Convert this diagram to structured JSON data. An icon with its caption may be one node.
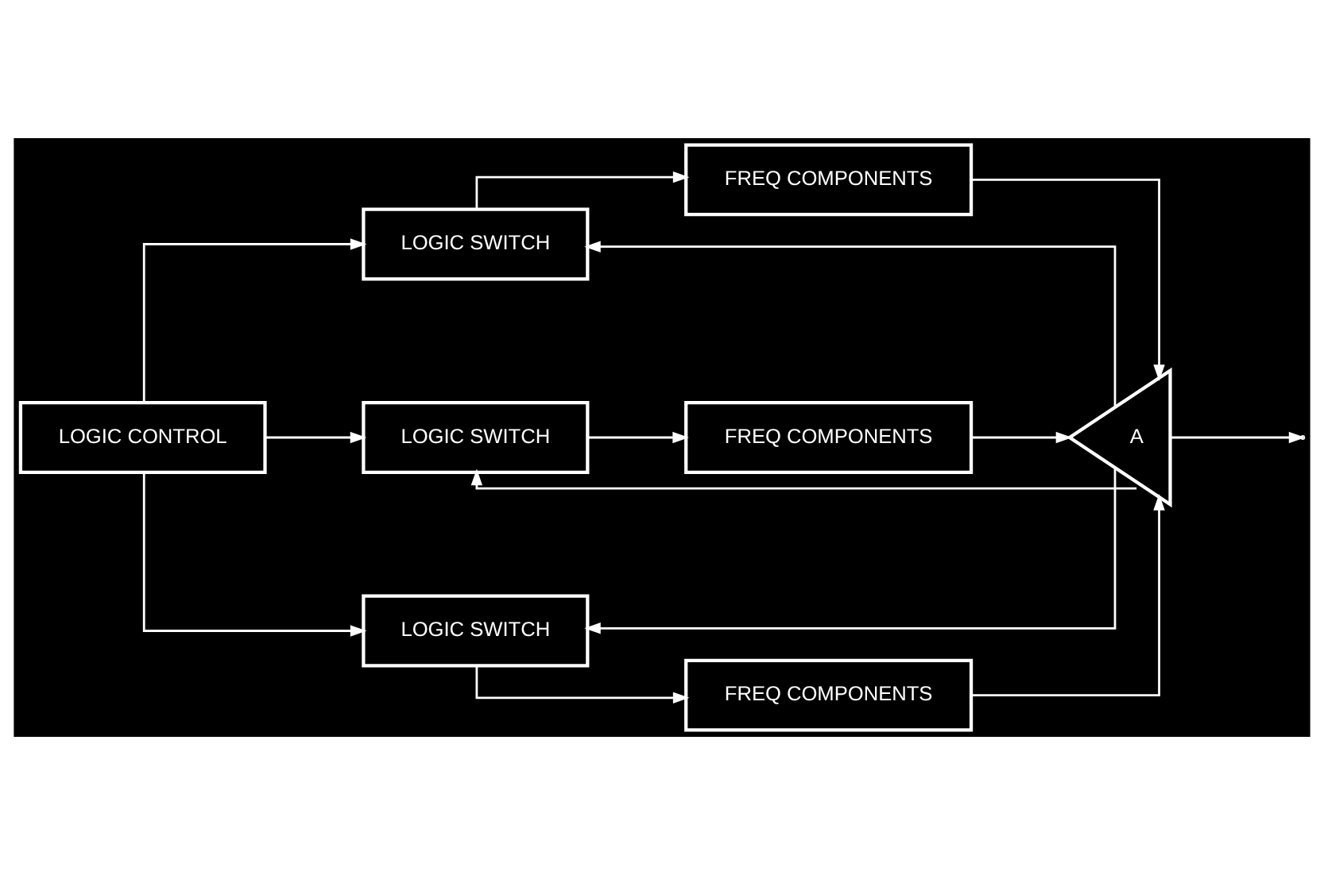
{
  "diagram": {
    "nodes": [
      {
        "text": [
          "LOGIC CONTROL"
        ]
      },
      {
        "text": [
          "LOGIC SWITCH"
        ]
      },
      {
        "text": [
          "FREQ COMPONENTS"
        ]
      },
      {
        "text": [
          "LOGIC SWITCH"
        ]
      },
      {
        "text": [
          "FREQ COMPONENTS"
        ]
      },
      {
        "text": [
          "LOGIC SWITCH"
        ]
      },
      {
        "text": [
          "FREQ COMPONENTS"
        ]
      },
      {
        "text": [
          "A"
        ]
      }
    ],
    "edges": [
      {
        "from": 0,
        "to": 1,
        "arrow": "to"
      },
      {
        "from": 0,
        "to": 3,
        "arrow": "to"
      },
      {
        "from": 0,
        "to": 5,
        "arrow": "to"
      },
      {
        "from": 1,
        "to": 2,
        "arrow": "to"
      },
      {
        "from": 3,
        "to": 4,
        "arrow": "to"
      },
      {
        "from": 5,
        "to": 6,
        "arrow": "to"
      },
      {
        "from": 2,
        "to": 7,
        "arrow": "to"
      },
      {
        "from": 4,
        "to": 7,
        "arrow": "to"
      },
      {
        "from": 6,
        "to": 7,
        "arrow": "to"
      },
      {
        "from": 7,
        "to": 1,
        "arrow": "to"
      },
      {
        "from": 7,
        "to": 3,
        "arrow": "to"
      },
      {
        "from": 7,
        "to": 5,
        "arrow": "to"
      },
      {
        "from": 7,
        "to": null,
        "arrow": "to"
      }
    ]
  }
}
